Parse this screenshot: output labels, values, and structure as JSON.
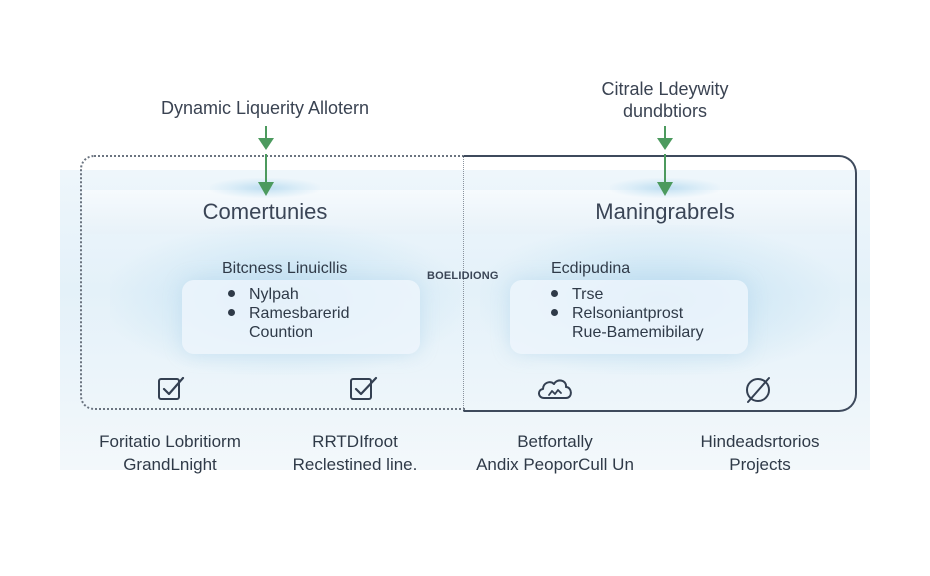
{
  "top_labels": {
    "left": "Dynamic Liquerity Allotern",
    "right_line1": "Citrale Ldeywity",
    "right_line2": "dundbtiors"
  },
  "sections": {
    "left": {
      "title": "Comertunies",
      "block_title": "Bitcness Linuicllis",
      "bullets": [
        "Nylpah",
        "Ramesbarerid"
      ],
      "continuation": "Countion"
    },
    "right": {
      "title": "Maningrabrels",
      "block_title": "Ecdipudina",
      "bullets": [
        "Trse",
        "Relsoniantprost"
      ],
      "continuation": "Rue-Bamemibilary"
    }
  },
  "center_tag": "BOELIDIONG",
  "icons": [
    "checkbox-icon",
    "checkbox-icon",
    "cloud-icon",
    "no-entry-icon"
  ],
  "bottom_labels": [
    {
      "line1": "Foritatio Lobritiorm",
      "line2": "GrandLnight"
    },
    {
      "line1": "RRTDIfroot",
      "line2": "Reclestined line."
    },
    {
      "line1": "Betfortally",
      "line2": "Andix PeoporCull Un"
    },
    {
      "line1": "Hindeadsrtorios",
      "line2": "Projects"
    }
  ],
  "colors": {
    "arrow": "#4c9a5e",
    "frame": "#3e4a5c",
    "band": "#e4f1f9",
    "text": "#2f3a48"
  }
}
